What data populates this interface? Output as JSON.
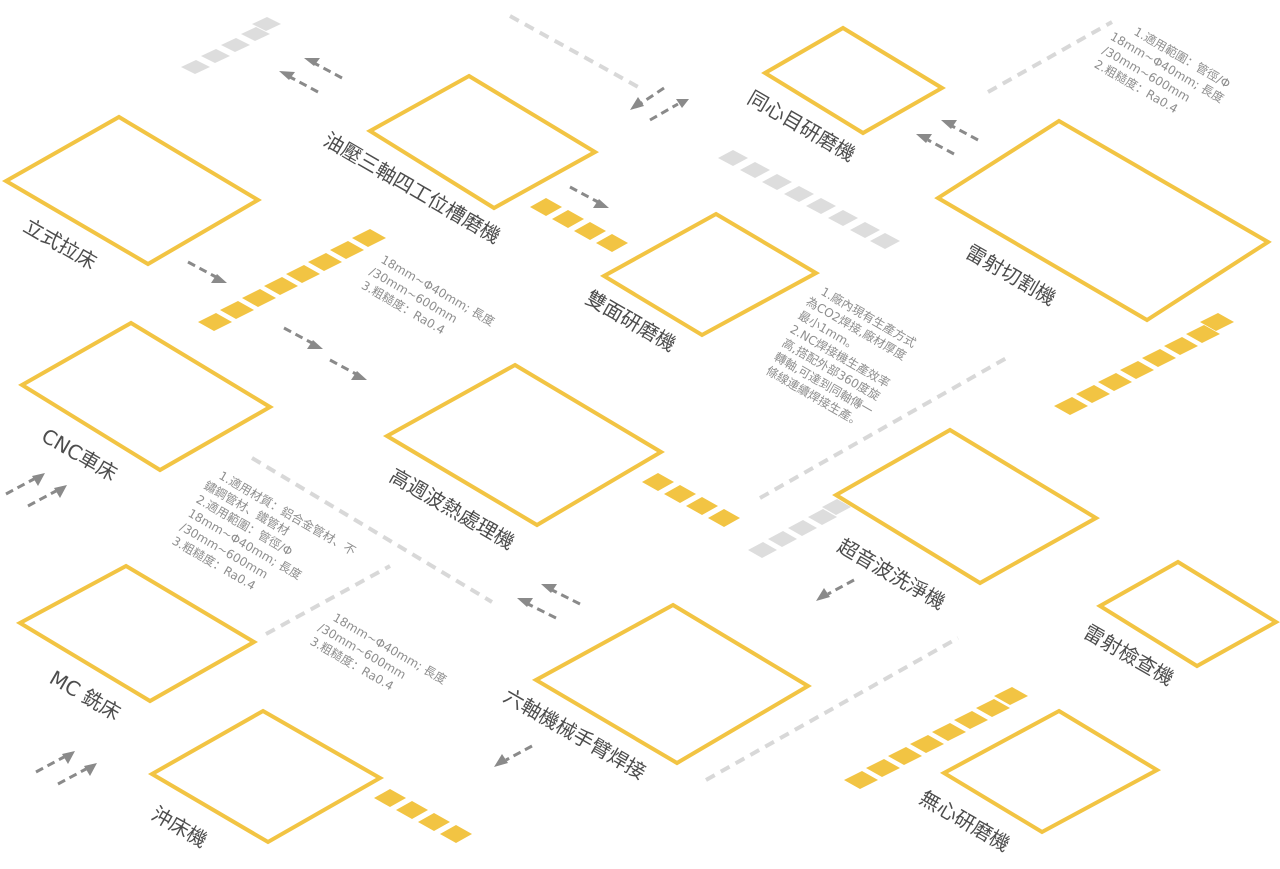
{
  "colors": {
    "station_outline": "#f2c443",
    "hazard_stripe": "#f2c443",
    "walkway_stripe": "#dddddd",
    "arrow": "#8a8a8a",
    "label": "#4d4d4d",
    "note": "#8e8e8e"
  },
  "stations": {
    "vertical_broach": "立式拉床",
    "hydraulic_triaxial": "油壓三軸四工位槽磨機",
    "concentric_grinder": "同心目研磨機",
    "laser_cutting": "雷射切割機",
    "double_face_grinder": "雙面研磨機",
    "cnc_lathe": "CNC車床",
    "hf_heat_treatment": "高週波熱處理機",
    "ultrasonic_cleaning": "超音波洗淨機",
    "laser_inspection": "雷射檢查機",
    "mc_milling": "MC 銑床",
    "six_axis_welding": "六軸機械手臂焊接",
    "punch_press": "沖床機",
    "centerless_grinder": "無心研磨機"
  },
  "notes": {
    "top_right": [
      "1.適用範圍：管徑/Φ",
      "18mm~Φ40mm; 長度",
      "/30mm~600mm",
      "2.粗糙度：Ra0.4"
    ],
    "upper_left": [
      "18mm~Φ40mm; 長度",
      "/30mm~600mm",
      "3.粗糙度：Ra0.4"
    ],
    "middle_right": [
      "1.廠內現有生產方式",
      "為CO2焊接,廠材厚度",
      "最小1mm。",
      "2.NC焊接機生產效率",
      "高,搭配外部360度旋",
      "轉軸,可達到同軸傳一",
      "條線連續焊接生產。"
    ],
    "lower_left": [
      "1.適用材質：鋁合金管材、不",
      "鏽鋼管材、鐵管材",
      "2.適用範圍：管徑/Φ",
      "18mm~Φ40mm; 長度",
      "/30mm~600mm",
      "3.粗糙度：Ra0.4"
    ],
    "lower_middle": [
      "18mm~Φ40mm; 長度",
      "/30mm~600mm",
      "3.粗糙度：Ra0.4"
    ]
  }
}
